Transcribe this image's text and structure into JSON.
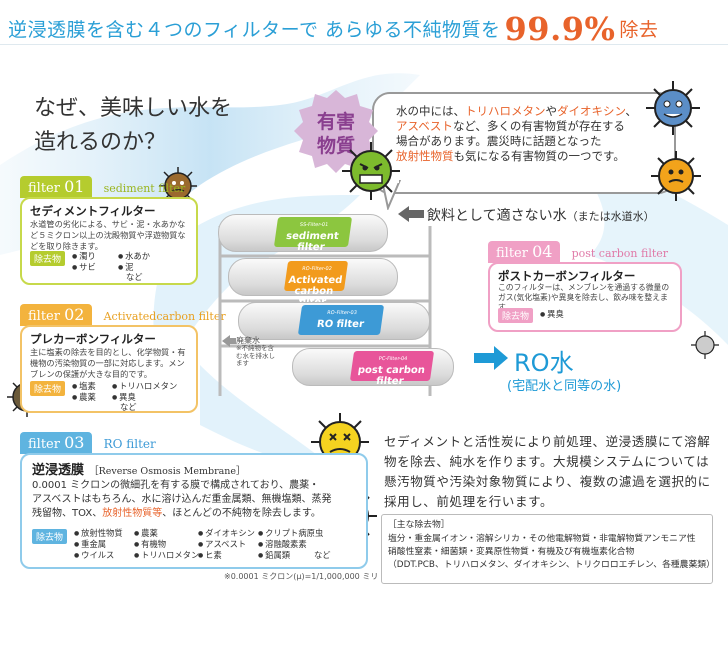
{
  "header": {
    "title_pre": "逆浸透膜を含む４つのフィルターで あらゆる不純物質を",
    "percent": "99.9%",
    "title_post": "除去"
  },
  "why": {
    "line1": "なぜ、美味しい水を",
    "line2": "造れるのか？"
  },
  "bubble": {
    "stamp": "有害\n物質",
    "l1a": "水の中には、",
    "l1b": "トリハロメタン",
    "l1c": "や",
    "l1d": "ダイオキシン",
    "l1e": "、",
    "l2a": "アスベスト",
    "l2b": "など、多くの有害物質が存在する",
    "l3": "場合があります。震災時に話題となった",
    "l4a": "放射性物質",
    "l4b": "も気になる有害物質の一つです。"
  },
  "unsuitable": {
    "main": "飲料として適さない水",
    "sub": "（または水道水）"
  },
  "filter01": {
    "tag": "filter",
    "num": "01",
    "sub": "sediment filter",
    "title": "セディメントフィルター",
    "desc": "水道管の劣化による、サビ・泥・水あかなど５ミクロン以上の沈殿物質や浮遊物質などを取り除きます。",
    "remove": "除去物",
    "items": [
      "濁り",
      "水あか",
      "サビ",
      "泥"
    ],
    "etc": "など"
  },
  "filter02": {
    "tag": "filter",
    "num": "02",
    "sub": "Activatedcarbon filter",
    "title": "プレカーボンフィルター",
    "desc": "主に塩素の除去を目的とし、化学物質・有機物の汚染物質の一部に対応します。メンブレンの保護が大きな目的です。",
    "remove": "除去物",
    "items": [
      "塩素",
      "トリハロメタン",
      "農薬",
      "異臭"
    ],
    "etc": "など"
  },
  "filter03": {
    "tag": "filter",
    "num": "03",
    "sub": "RO filter",
    "title": "逆浸透膜",
    "title_en": "［Reverse Osmosis Membrane］",
    "desc1": "0.0001 ミクロンの微細孔を有する膜で構成されており、農薬・",
    "desc2": "アスベストはもちろん、水に溶け込んだ重金属類、無機塩類、蒸発",
    "desc3a": "残留物、TOX、",
    "desc3b": "放射性物質等",
    "desc3c": "、ほとんどの不純物を除去します。",
    "remove": "除去物",
    "col1": [
      "放射性物質",
      "重金属",
      "ウイルス"
    ],
    "col2": [
      "農薬",
      "有機物",
      "トリハロメタン"
    ],
    "col3": [
      "ダイオキシン",
      "アスベスト",
      "ヒ素"
    ],
    "col4": [
      "クリプト病原虫",
      "溶融酸素素",
      "鉛属類"
    ],
    "etc": "など"
  },
  "filter04": {
    "tag": "filter",
    "num": "04",
    "sub": "post carbon filter",
    "title": "ポストカーボンフィルター",
    "desc": "このフィルターは、メンブレンを通過する微量のガス(気化塩素)や異臭を除去し、飲み味を整えます。",
    "remove": "除去物",
    "items": [
      "異臭"
    ]
  },
  "tubes": [
    {
      "small": "SS-Filter-01",
      "name": "sediment filter",
      "color": "#8cc63f"
    },
    {
      "small": "RO-Filter-02",
      "name": "Activated carbon filter",
      "color": "#f29b1d"
    },
    {
      "small": "RO-Filter-03",
      "name": "RO filter",
      "color": "#3d9ad6"
    },
    {
      "small": "PC-Filter-04",
      "name": "post carbon filter",
      "color": "#e8559a"
    }
  ],
  "waste": {
    "label": "廃棄水",
    "note": "※不純物を含む水を排水します"
  },
  "ro": {
    "main": "RO水",
    "sub": "(宅配水と同等の水)"
  },
  "paragraph": "セディメントと活性炭により前処理、逆浸透膜にて溶解物を除去、純水を作ります。大規模システムについては懸汚物質や汚染対象物質により、複数の濾過を選択的に採用し、前処理を行います。",
  "remove_box": {
    "title": "［主な除去物］",
    "l1": "塩分・重金属イオン・溶解シリカ・その他電解物質・非電解物質アンモニア性",
    "l2": "硝酸性窒素・細菌類・変異原性物質・有機及び有機塩素化合物",
    "l3": "（DDT.PCB、トリハロメタン、ダイオキシン、トリクロロエチレン、各種農薬類）"
  },
  "footnote": "※0.0001 ミクロン(μ)=1/1,000,000 ミリ",
  "colors": {
    "blue": "#2a9fd6",
    "orange": "#e8632b",
    "green": "#c7d94b",
    "tag01": "#b5cc2e",
    "tag02": "#f3b33d",
    "tag03": "#5fb4e0",
    "tag04": "#f0a0c5"
  }
}
